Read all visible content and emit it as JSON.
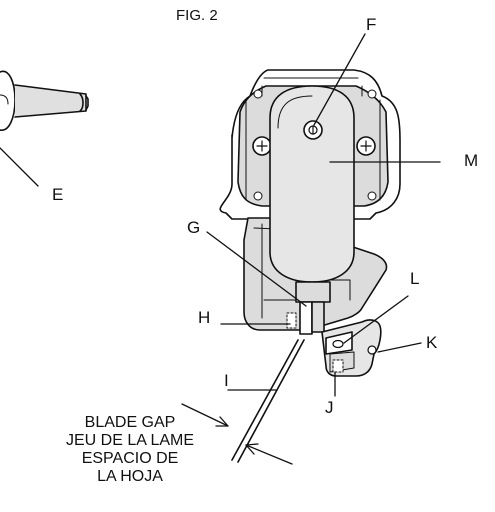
{
  "figure": {
    "title": "FIG. 2"
  },
  "labels": {
    "E": "E",
    "F": "F",
    "G": "G",
    "H": "H",
    "I": "I",
    "J": "J",
    "K": "K",
    "L": "L",
    "M": "M"
  },
  "blade_gap": {
    "line1": "BLADE GAP",
    "line2": "JEU DE LA LAME",
    "line3": "ESPACIO DE",
    "line4": "LA HOJA"
  }
}
